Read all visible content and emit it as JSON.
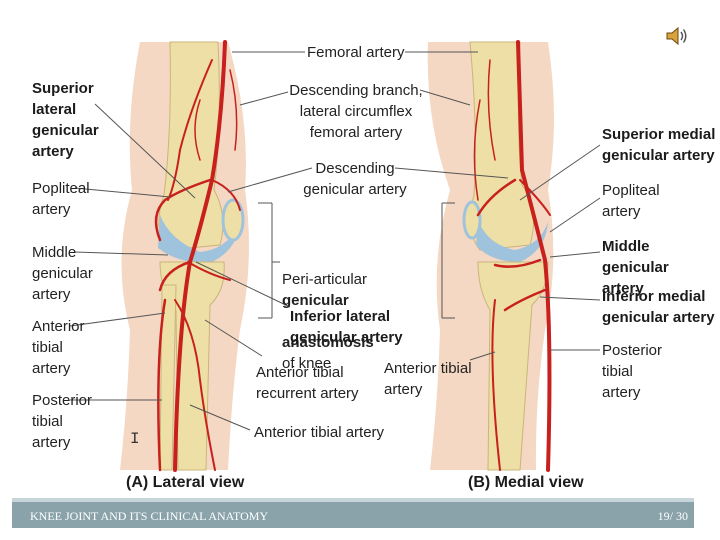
{
  "figure": {
    "labels": {
      "femoral_artery": "Femoral artery",
      "descending_branch": "Descending branch,\nlateral circumflex\nfemoral artery",
      "superior_lateral": "Superior\nlateral\ngenicular\nartery",
      "descending_genicular": "Descending\ngenicular artery",
      "popliteal_left": "Popliteal\nartery",
      "middle_left": "Middle\ngenicular\nartery",
      "peri_articular_a": "Peri-articular",
      "peri_articular_b": "genicular",
      "anastomosis_a": "anastomosis",
      "anastomosis_b": "of knee",
      "inferior_lateral": "Inferior lateral\ngenicular artery",
      "anterior_tibial_left": "Anterior\ntibial\nartery",
      "anterior_tibial_recurrent": "Anterior tibial\nrecurrent artery",
      "posterior_tibial_left": "Posterior\ntibial\nartery",
      "anterior_tibial_artery": "Anterior tibial artery",
      "superior_medial": "Superior medial\ngenicular artery",
      "popliteal_right": "Popliteal\nartery",
      "middle_right": "Middle genicular\nartery",
      "inferior_medial": "Inferior medial\ngenicular artery",
      "anterior_tibial_right": "Anterior tibial\nartery",
      "posterior_tibial_right": "Posterior\ntibial\nartery"
    },
    "view_a": "(A)  Lateral view",
    "view_b": "(B)  Medial view"
  },
  "footer": {
    "title": "KNEE JOINT AND ITS CLINICAL ANATOMY",
    "page": "19/ 30"
  },
  "colors": {
    "skin": "#f3d7c2",
    "bone": "#eedfa6",
    "cartilage": "#9fc3dc",
    "artery": "#c8201d",
    "footer": "#8aa3ab"
  },
  "icons": {
    "audio": "speaker-icon"
  }
}
